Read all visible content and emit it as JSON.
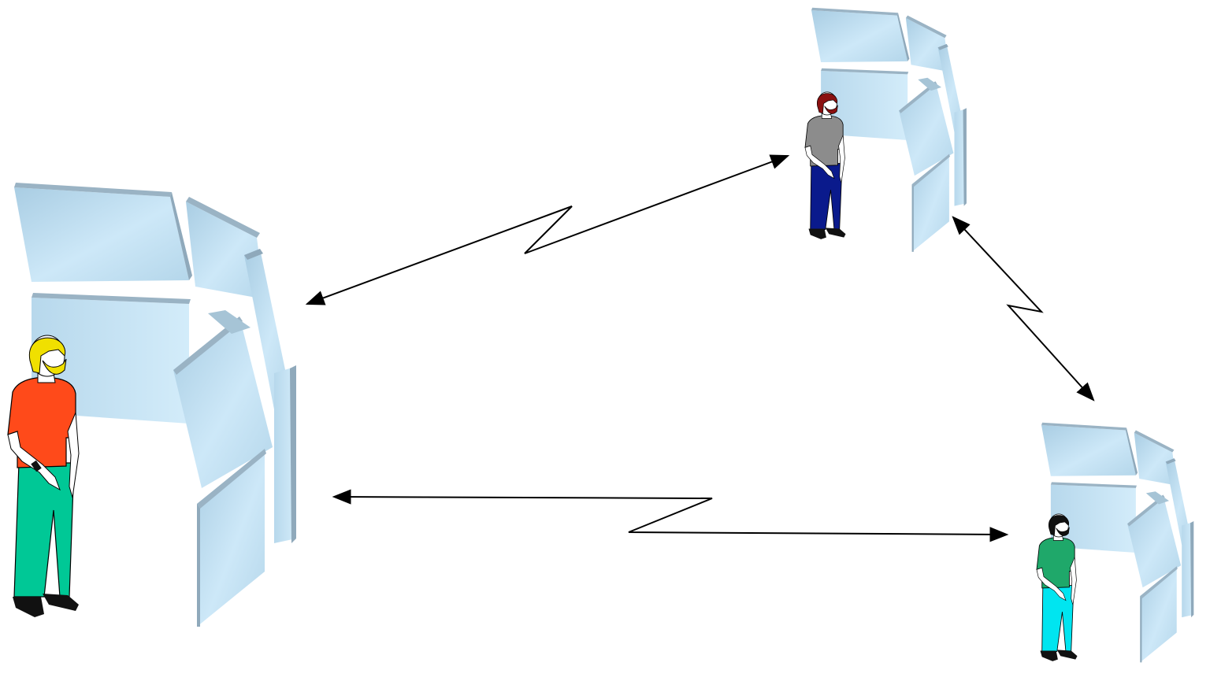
{
  "diagram": {
    "description_free": true,
    "stations": [
      {
        "id": "left",
        "person": {
          "hair": "#f0e000",
          "shirt": "#ff4a1a",
          "pants": "#00c896"
        }
      },
      {
        "id": "top-right",
        "person": {
          "hair": "#8a1010",
          "shirt": "#8c8c8c",
          "pants": "#0a1a8c"
        }
      },
      {
        "id": "bottom-right",
        "person": {
          "hair": "#111111",
          "shirt": "#1fa86a",
          "pants": "#00e5f0"
        }
      }
    ],
    "links": [
      {
        "from": "left",
        "to": "top-right",
        "type": "bidirectional-lightning"
      },
      {
        "from": "top-right",
        "to": "bottom-right",
        "type": "bidirectional-lightning"
      },
      {
        "from": "left",
        "to": "bottom-right",
        "type": "bidirectional-lightning"
      }
    ],
    "colors": {
      "panel_face": "#bfe0f2",
      "panel_edge": "#8aa8bc",
      "panel_top": "#9fb8c8",
      "arrow": "#000000",
      "skin": "#ffffff",
      "shoes": "#111111"
    }
  }
}
